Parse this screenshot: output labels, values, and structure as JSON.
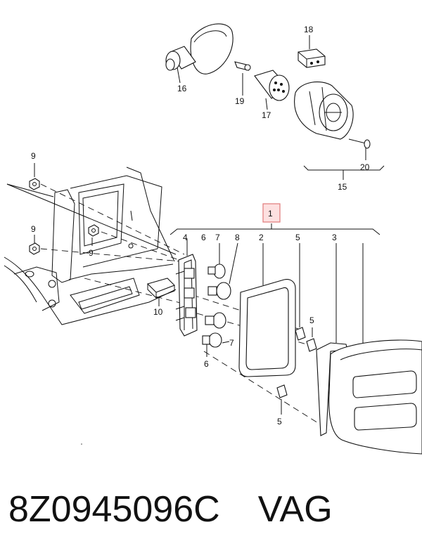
{
  "diagram": {
    "part_labels": {
      "1": "1",
      "2": "2",
      "3": "3",
      "4": "4",
      "5": "5",
      "6": "6",
      "7": "7",
      "8": "8",
      "9": "9",
      "10": "10",
      "15": "15",
      "16": "16",
      "17": "17",
      "18": "18",
      "19": "19",
      "20": "20"
    },
    "highlight_color": "#e07a7a"
  },
  "caption": {
    "part_number": "8Z0945096C",
    "brand": "VAG"
  }
}
